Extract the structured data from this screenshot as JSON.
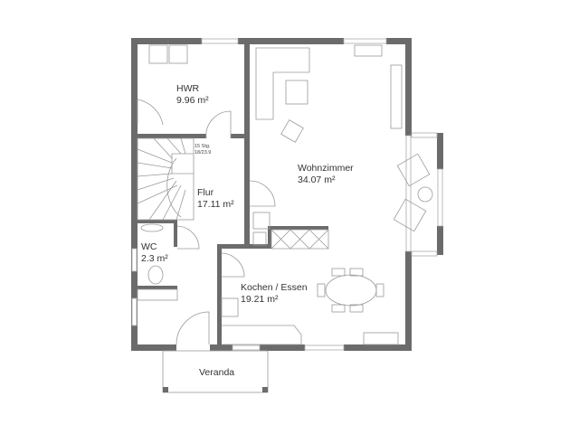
{
  "rooms": [
    {
      "name": "HWR",
      "area": "9.96 m²"
    },
    {
      "name": "Flur",
      "area": "17.11 m²"
    },
    {
      "name": "WC",
      "area": "2.3 m²"
    },
    {
      "name": "Wohnzimmer",
      "area": "34.07 m²"
    },
    {
      "name": "Kochen / Essen",
      "area": "19.21 m²"
    },
    {
      "name": "Veranda",
      "area": ""
    }
  ],
  "stairs": {
    "steps": "15 Stg.",
    "ratio": "18/23.9"
  },
  "colors": {
    "wall": "#6b6b6b",
    "line": "#9a9a9a"
  }
}
